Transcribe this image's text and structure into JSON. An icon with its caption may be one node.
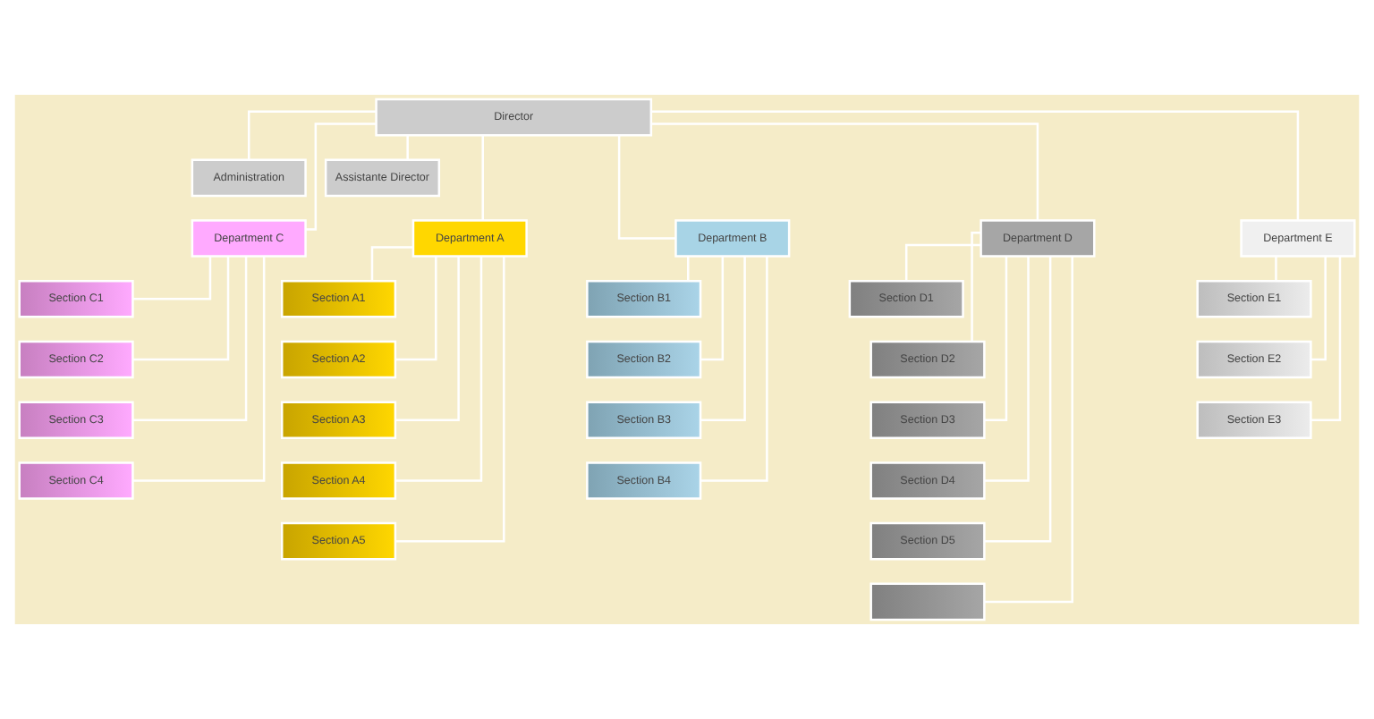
{
  "diagram": {
    "nodes": [
      {
        "text": [
          "Director"
        ]
      },
      {
        "text": [
          "Administration"
        ]
      },
      {
        "text": [
          "Assistante Director"
        ]
      },
      {
        "text": [
          "Department A"
        ]
      },
      {
        "text": [
          "Section A1"
        ]
      },
      {
        "text": [
          "Section A2"
        ]
      },
      {
        "text": [
          "Section A3"
        ]
      },
      {
        "text": [
          "Section A4"
        ]
      },
      {
        "text": [
          "Section A5"
        ]
      },
      {
        "text": [
          "Department B"
        ]
      },
      {
        "text": [
          "Section B1"
        ]
      },
      {
        "text": [
          "Section B2"
        ]
      },
      {
        "text": [
          "Section B3"
        ]
      },
      {
        "text": [
          "Section B4"
        ]
      },
      {
        "text": [
          "Department C"
        ]
      },
      {
        "text": [
          "Section C1"
        ]
      },
      {
        "text": [
          "Section C2"
        ]
      },
      {
        "text": [
          "Section C3"
        ]
      },
      {
        "text": [
          "Section C4"
        ]
      },
      {
        "text": [
          "Department D"
        ]
      },
      {
        "text": [
          "Section D1"
        ]
      },
      {
        "text": [
          "Section D2"
        ]
      },
      {
        "text": [
          "Section D3"
        ]
      },
      {
        "text": [
          "Section D4"
        ]
      },
      {
        "text": [
          "Section D5"
        ]
      },
      {
        "text": [],
        "shape": "box"
      },
      {
        "text": [
          "Department E"
        ]
      },
      {
        "text": [
          "Section E1"
        ]
      },
      {
        "text": [
          "Section E2"
        ]
      },
      {
        "text": [
          "Section E3"
        ]
      }
    ],
    "edges": [
      {
        "from": 0,
        "to": 1,
        "arrow": "none"
      },
      {
        "from": 0,
        "to": 2,
        "arrow": "none"
      },
      {
        "from": 0,
        "to": 3,
        "arrow": "none"
      },
      {
        "from": 0,
        "to": 9,
        "arrow": "none"
      },
      {
        "from": 0,
        "to": 14,
        "arrow": "none"
      },
      {
        "from": 0,
        "to": 19,
        "arrow": "none"
      },
      {
        "from": 0,
        "to": 26,
        "arrow": "none"
      },
      {
        "from": 3,
        "to": 4,
        "arrow": "none"
      },
      {
        "from": 3,
        "to": 5,
        "arrow": "none"
      },
      {
        "from": 3,
        "to": 6,
        "arrow": "none"
      },
      {
        "from": 3,
        "to": 7,
        "arrow": "none"
      },
      {
        "from": 3,
        "to": 8,
        "arrow": "none"
      },
      {
        "from": 9,
        "to": 10,
        "arrow": "none"
      },
      {
        "from": 9,
        "to": 11,
        "arrow": "none"
      },
      {
        "from": 9,
        "to": 12,
        "arrow": "none"
      },
      {
        "from": 9,
        "to": 13,
        "arrow": "none"
      },
      {
        "from": 14,
        "to": 15,
        "arrow": "none"
      },
      {
        "from": 14,
        "to": 16,
        "arrow": "none"
      },
      {
        "from": 14,
        "to": 17,
        "arrow": "none"
      },
      {
        "from": 14,
        "to": 18,
        "arrow": "none"
      },
      {
        "from": 19,
        "to": 20,
        "arrow": "none"
      },
      {
        "from": 19,
        "to": 21,
        "arrow": "none"
      },
      {
        "from": 19,
        "to": 22,
        "arrow": "none"
      },
      {
        "from": 19,
        "to": 23,
        "arrow": "none"
      },
      {
        "from": 19,
        "to": 24,
        "arrow": "none"
      },
      {
        "from": 19,
        "to": 25,
        "arrow": "none"
      },
      {
        "from": 26,
        "to": 27,
        "arrow": "none"
      },
      {
        "from": 26,
        "to": 28,
        "arrow": "none"
      },
      {
        "from": 26,
        "to": 29,
        "arrow": "none"
      }
    ]
  }
}
